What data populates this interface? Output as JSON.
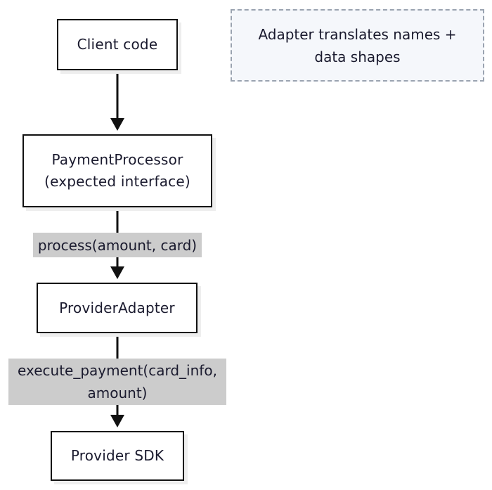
{
  "diagram": {
    "nodes": {
      "client_code": "Client code",
      "payment_processor": "PaymentProcessor\n(expected interface)",
      "provider_adapter": "ProviderAdapter",
      "provider_sdk": "Provider SDK"
    },
    "edge_labels": {
      "processor_to_adapter": "process(amount, card)",
      "adapter_to_sdk": "execute_payment(card_info,\namount)"
    },
    "note": "Adapter translates names +\ndata shapes"
  }
}
